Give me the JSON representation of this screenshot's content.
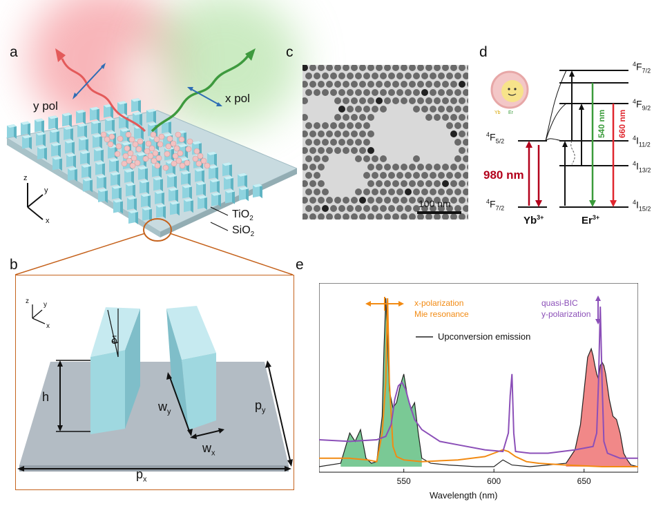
{
  "panels": {
    "a": "a",
    "b": "b",
    "c": "c",
    "d": "d",
    "e": "e"
  },
  "panel_a": {
    "y_pol": "y pol",
    "x_pol": "x pol",
    "tio2": "TiO",
    "tio2_sub": "2",
    "sio2": "SiO",
    "sio2_sub": "2",
    "axis_z": "z",
    "axis_y": "y",
    "axis_x": "x"
  },
  "panel_b": {
    "axis_z": "z",
    "axis_y": "y",
    "axis_x": "x",
    "delta": "δ",
    "h": "h",
    "wy": "w",
    "wy_sub": "y",
    "wx": "w",
    "wx_sub": "x",
    "py": "p",
    "py_sub": "y",
    "px": "p",
    "px_sub": "x"
  },
  "panel_c": {
    "scale_bar": "100 nm"
  },
  "panel_d": {
    "yb_label": "Yb",
    "yb_sup": "3+",
    "er_label": "Er",
    "er_sup": "3+",
    "yb_small": "Yb",
    "er_small": "Er",
    "excitation": "980 nm",
    "green": "540 nm",
    "red": "660 nm",
    "levels": {
      "f52": {
        "pre": "4",
        "main": "F",
        "sub": "5/2"
      },
      "f72_yb": {
        "pre": "4",
        "main": "F",
        "sub": "7/2"
      },
      "f72_er": {
        "pre": "4",
        "main": "F",
        "sub": "7/2"
      },
      "f92": {
        "pre": "4",
        "main": "F",
        "sub": "9/2"
      },
      "i112": {
        "pre": "4",
        "main": "I",
        "sub": "11/2"
      },
      "i132": {
        "pre": "4",
        "main": "I",
        "sub": "13/2"
      },
      "i152": {
        "pre": "4",
        "main": "I",
        "sub": "15/2"
      }
    },
    "colors": {
      "excitation": "#b3001b",
      "green": "#3a9b3a",
      "red": "#e0262e"
    }
  },
  "panel_e": {
    "legend_x_line1": "x-polarization",
    "legend_x_line2": "Mie resonance",
    "legend_y_line1": "quasi-BIC",
    "legend_y_line2": "y-polarization",
    "legend_emission": "Upconversion emission",
    "xlabel": "Wavelength (nm)",
    "colors": {
      "x_pol": "#f28a12",
      "y_pol": "#8b4fb8",
      "green_fill": "#6cc38a",
      "red_fill": "#f07b7b",
      "emission": "#222222"
    }
  },
  "chart_data": {
    "type": "line",
    "xlabel": "Wavelength (nm)",
    "ylabel": "",
    "xlim": [
      503,
      680
    ],
    "xticks": [
      550,
      600,
      650
    ],
    "series": [
      {
        "name": "Upconversion emission",
        "color": "#222222",
        "x": [
          503,
          515,
          520,
          523,
          526,
          529,
          532,
          535,
          538,
          539,
          540,
          541,
          542,
          544,
          546,
          548,
          550,
          552,
          554,
          556,
          558,
          560,
          565,
          575,
          590,
          600,
          605,
          610,
          620,
          640,
          645,
          648,
          650,
          652,
          654,
          655,
          656,
          657,
          658,
          659,
          660,
          661,
          662,
          664,
          666,
          668,
          670,
          672,
          674,
          676,
          680
        ],
        "y": [
          0,
          0.02,
          0.2,
          0.15,
          0.22,
          0.05,
          0.02,
          0.03,
          0.3,
          0.7,
          1.0,
          0.75,
          0.45,
          0.35,
          0.38,
          0.48,
          0.55,
          0.42,
          0.34,
          0.38,
          0.2,
          0.05,
          0.02,
          0.01,
          0,
          0,
          0.04,
          0.01,
          0,
          0.02,
          0.1,
          0.25,
          0.45,
          0.65,
          0.7,
          0.66,
          0.6,
          0.55,
          0.52,
          0.6,
          0.62,
          0.6,
          0.55,
          0.4,
          0.3,
          0.28,
          0.2,
          0.08,
          0.04,
          0.01,
          0
        ]
      },
      {
        "name": "x-polarization",
        "color": "#f28a12",
        "x": [
          503,
          520,
          530,
          535,
          538,
          540,
          541,
          542,
          544,
          546,
          550,
          560,
          580,
          595,
          600,
          605,
          608,
          612,
          618,
          625,
          640,
          660,
          680
        ],
        "y": [
          0.05,
          0.05,
          0.04,
          0.03,
          0.2,
          0.5,
          1.0,
          0.5,
          0.12,
          0.06,
          0.04,
          0.03,
          0.04,
          0.06,
          0.08,
          0.1,
          0.09,
          0.06,
          0.03,
          0.02,
          0.01,
          0.0,
          0.0
        ]
      },
      {
        "name": "y-polarization",
        "color": "#8b4fb8",
        "x": [
          503,
          520,
          535,
          540,
          543,
          545,
          547,
          549,
          551,
          553,
          556,
          560,
          570,
          580,
          595,
          605,
          608,
          609,
          610,
          611,
          612,
          620,
          630,
          645,
          655,
          657,
          658,
          659,
          660,
          661,
          663,
          670,
          680
        ],
        "y": [
          0.16,
          0.15,
          0.16,
          0.18,
          0.25,
          0.4,
          0.48,
          0.5,
          0.46,
          0.38,
          0.28,
          0.22,
          0.15,
          0.13,
          0.1,
          0.09,
          0.2,
          0.42,
          0.55,
          0.2,
          0.09,
          0.08,
          0.08,
          0.1,
          0.12,
          0.2,
          0.5,
          0.95,
          0.5,
          0.15,
          0.08,
          0.05,
          0.05
        ]
      }
    ]
  }
}
